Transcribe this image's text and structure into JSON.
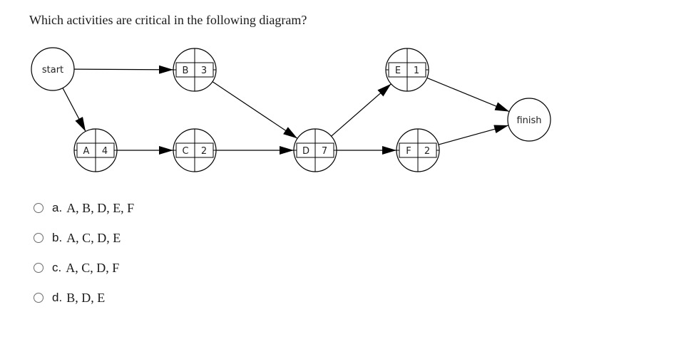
{
  "question": "Which activities are critical in the following diagram?",
  "diagram": {
    "start_label": "start",
    "finish_label": "finish",
    "activities": [
      {
        "id": "A",
        "duration": "4"
      },
      {
        "id": "B",
        "duration": "3"
      },
      {
        "id": "C",
        "duration": "2"
      },
      {
        "id": "D",
        "duration": "7"
      },
      {
        "id": "E",
        "duration": "1"
      },
      {
        "id": "F",
        "duration": "2"
      }
    ]
  },
  "options": [
    {
      "letter": "a.",
      "text": "A, B, D, E, F"
    },
    {
      "letter": "b.",
      "text": "A, C, D, E"
    },
    {
      "letter": "c.",
      "text": "A, C, D, F"
    },
    {
      "letter": "d.",
      "text": "B, D, E"
    }
  ]
}
